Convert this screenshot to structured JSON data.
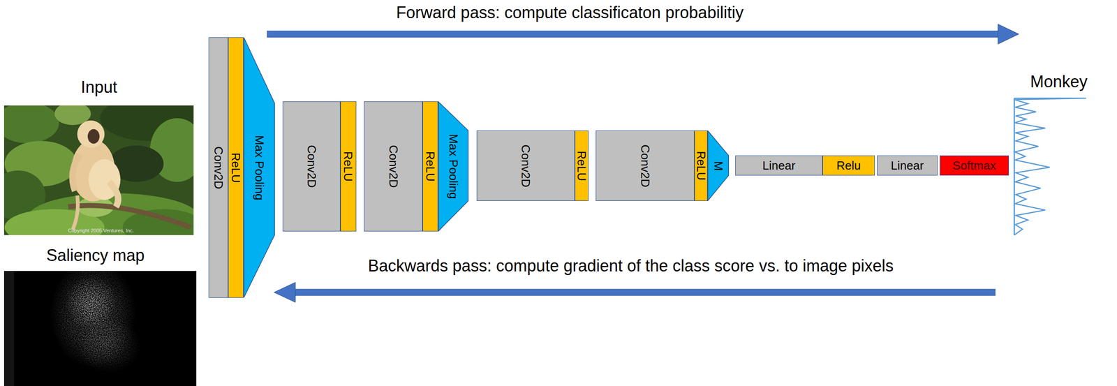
{
  "diagram": {
    "nodes": [
      {
        "text": [
          "Conv2D"
        ]
      },
      {
        "text": [
          "ReLU"
        ]
      },
      {
        "text": [
          "Max Pooling"
        ]
      },
      {
        "text": [
          "Conv2D"
        ]
      },
      {
        "text": [
          "ReLU"
        ]
      },
      {
        "text": [
          "Conv2D"
        ]
      },
      {
        "text": [
          "ReLU"
        ]
      },
      {
        "text": [
          "Max Pooling"
        ]
      },
      {
        "text": [
          "Conv2D"
        ]
      },
      {
        "text": [
          "ReLU"
        ]
      },
      {
        "text": [
          "Conv2D"
        ]
      },
      {
        "text": [
          "ReLU"
        ]
      },
      {
        "text": [
          "M"
        ]
      },
      {
        "text": [
          "Linear"
        ]
      },
      {
        "text": [
          "Relu"
        ]
      },
      {
        "text": [
          "Linear"
        ]
      },
      {
        "text": [
          "Softmax"
        ]
      }
    ],
    "labels": [
      "Forward pass: compute classificaton probabilitiy",
      "Input",
      "Monkey",
      "Copyright 2005 Ventures, Inc.",
      "Saliency map",
      "Backwards pass: compute gradient of the class score vs. to image pixels"
    ]
  }
}
